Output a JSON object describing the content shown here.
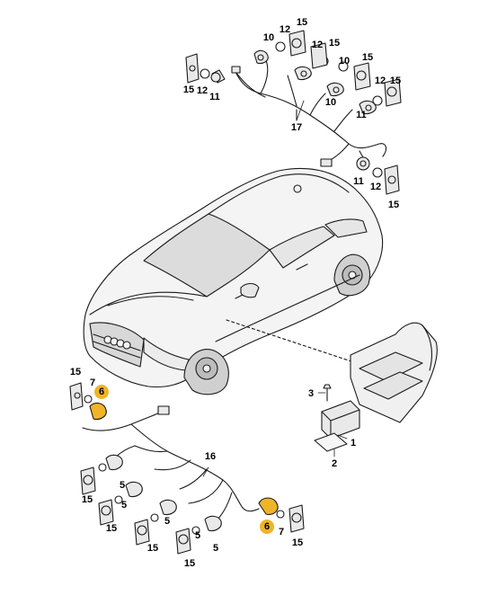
{
  "diagram": {
    "highlight_color": "#f0b428",
    "line_color": "#1a1a1a",
    "part_fill": "#e9e9e9",
    "car_fill": "#f4f4f4",
    "callouts": {
      "c1": "1",
      "c2": "2",
      "c3": "3",
      "c6a": "6",
      "c6b": "6",
      "c7a": "7",
      "c7b": "7",
      "c5a": "5",
      "c5b": "5",
      "c5c": "5",
      "c10a": "10",
      "c10b": "10",
      "c10c": "10",
      "c11a": "11",
      "c11b": "11",
      "c11c": "11",
      "c12a": "12",
      "c12b": "12",
      "c12c": "12",
      "c12d": "12",
      "c15a": "15",
      "c15b": "15",
      "c15c": "15",
      "c15d": "15",
      "c15e": "15",
      "c15f": "15",
      "c15g": "15",
      "c15h": "15",
      "c15i": "15",
      "c15j": "15",
      "c15k": "15",
      "c15l": "15",
      "c16": "16",
      "c17": "17"
    }
  }
}
